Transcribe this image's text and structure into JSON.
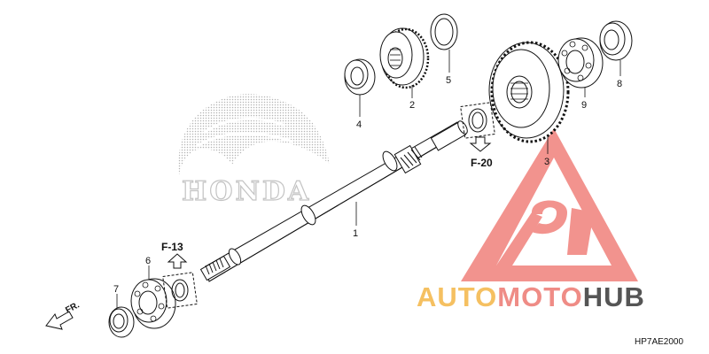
{
  "diagram": {
    "callouts": {
      "p1": "1",
      "p2": "2",
      "p3": "3",
      "p4": "4",
      "p5": "5",
      "p6": "6",
      "p7": "7",
      "p8": "8",
      "p9": "9"
    },
    "references": {
      "f20": "F-20",
      "f13": "F-13"
    },
    "direction_label": "FR.",
    "drawing_code": "HP7AE2000"
  },
  "background_logo": {
    "wordmark": "HONDA",
    "color": "#b8b8b8"
  },
  "watermark": {
    "part1": "AUTO",
    "part2": "MOTO",
    "part3": "HUB",
    "colors": {
      "auto": "#f5c061",
      "moto": "#ef8c86",
      "hub": "#555555",
      "triangle": "#ee6f69"
    }
  }
}
